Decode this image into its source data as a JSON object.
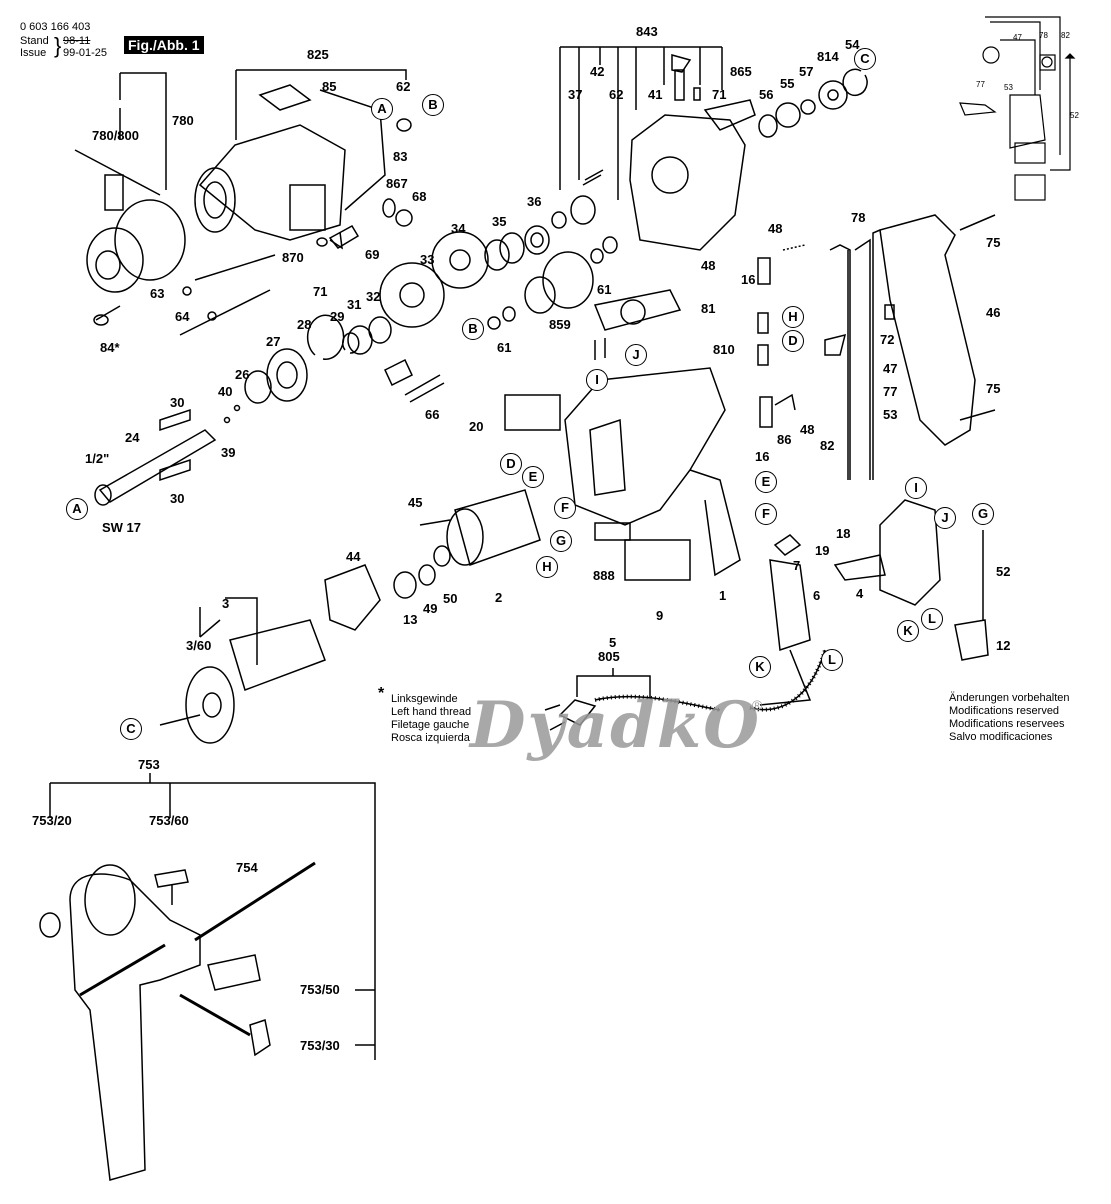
{
  "header": {
    "part_number": "0 603 166 403",
    "stand_label": "Stand",
    "stand_value_struck": "98-11",
    "issue_label": "Issue",
    "issue_value": "99-01-25",
    "figure_label": "Fig./Abb. 1"
  },
  "wiring_inset": {
    "labels": [
      "47",
      "78",
      "82",
      "77",
      "53",
      "52"
    ]
  },
  "callouts": {
    "main_labels": [
      "825",
      "85",
      "62",
      "83",
      "867",
      "68",
      "780",
      "780/800",
      "870",
      "69",
      "71",
      "63",
      "64",
      "84*",
      "843",
      "42",
      "37",
      "62",
      "41",
      "71",
      "865",
      "56",
      "55",
      "57",
      "814",
      "54",
      "36",
      "35",
      "34",
      "33",
      "32",
      "31",
      "29",
      "28",
      "27",
      "26",
      "40",
      "39",
      "30",
      "24",
      "1/2\"",
      "SW 17",
      "30",
      "66",
      "48",
      "81",
      "61",
      "859",
      "61",
      "16",
      "48",
      "78",
      "75",
      "46",
      "72",
      "810",
      "86",
      "48",
      "16",
      "47",
      "77",
      "53",
      "75",
      "20",
      "45",
      "2",
      "50",
      "49",
      "13",
      "44",
      "888",
      "9",
      "1",
      "82",
      "18",
      "19",
      "7",
      "6",
      "4",
      "52",
      "12",
      "3",
      "3/60",
      "5",
      "805"
    ],
    "circle_refs": [
      "A",
      "B",
      "A",
      "B",
      "C",
      "C",
      "D",
      "E",
      "F",
      "G",
      "H",
      "H",
      "D",
      "I",
      "J",
      "E",
      "F",
      "I",
      "J",
      "K",
      "L",
      "G",
      "K",
      "L"
    ]
  },
  "footnote": {
    "marker": "*",
    "lines": [
      "Linksgewinde",
      "Left hand thread",
      "Filetage gauche",
      "Rosca izquierda"
    ]
  },
  "disclaimer": {
    "lines": [
      "Änderungen vorbehalten",
      "Modifications reserved",
      "Modifications reservees",
      "Salvo modificaciones"
    ]
  },
  "accessory": {
    "group_label": "753",
    "labels": [
      "753/20",
      "753/60",
      "754",
      "753/50",
      "753/30"
    ]
  },
  "watermark": {
    "text": "DyadkO",
    "symbol": "®"
  }
}
